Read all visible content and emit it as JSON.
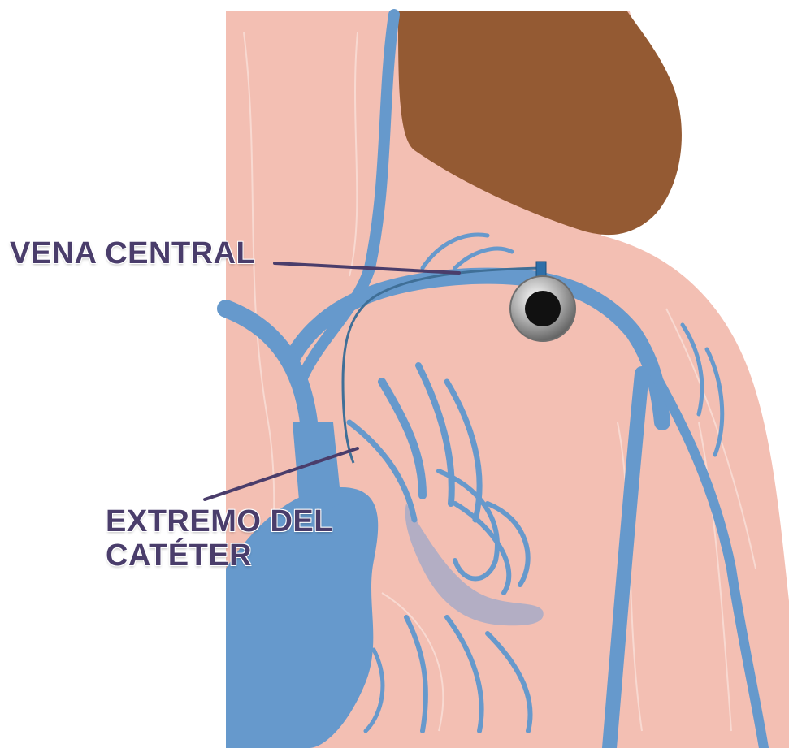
{
  "labels": {
    "central_vein": "VENA CENTRAL",
    "catheter_tip_line1": "EXTREMO DEL",
    "catheter_tip_line2": "CATÉTER"
  },
  "colors": {
    "skin": "#f3bfb3",
    "skin_outline": "#f7d3ca",
    "vein": "#6699cc",
    "hair": "#945a33",
    "label_text": "#4a3d6b",
    "pointer_line": "#4a3d6b",
    "catheter_line": "#3f6f97",
    "artery_gray": "#b3aec4",
    "port_outer": "#8c8c8c",
    "port_inner": "#111111"
  }
}
